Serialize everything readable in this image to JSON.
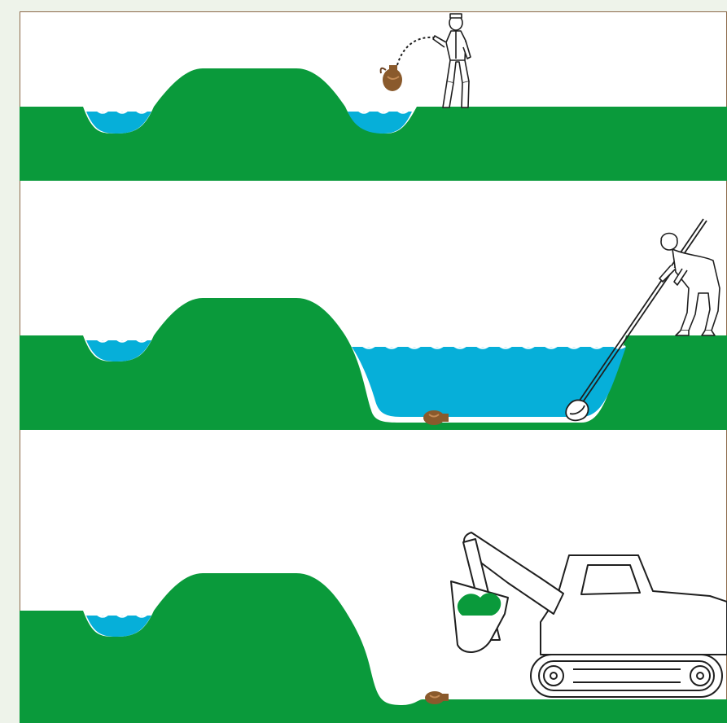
{
  "figure": {
    "panels": [
      {
        "stage": 1,
        "scene": "person-throwing-pot-into-moat"
      },
      {
        "stage": 2,
        "scene": "pot-lying-at-bottom-of-flooded-moat"
      },
      {
        "stage": 3,
        "scene": "excavator-digging-out-drained-moat"
      }
    ]
  },
  "colors": {
    "ground": "#0a9a3b",
    "water": "#06afd9",
    "pot": "#8a5a2c",
    "outline": "#1f1f1f",
    "frame": "#8c6a4a",
    "background": "#eef3ea"
  },
  "icons": [
    "person-throwing-icon",
    "pot-icon",
    "person-with-pole-icon",
    "excavator-icon"
  ]
}
